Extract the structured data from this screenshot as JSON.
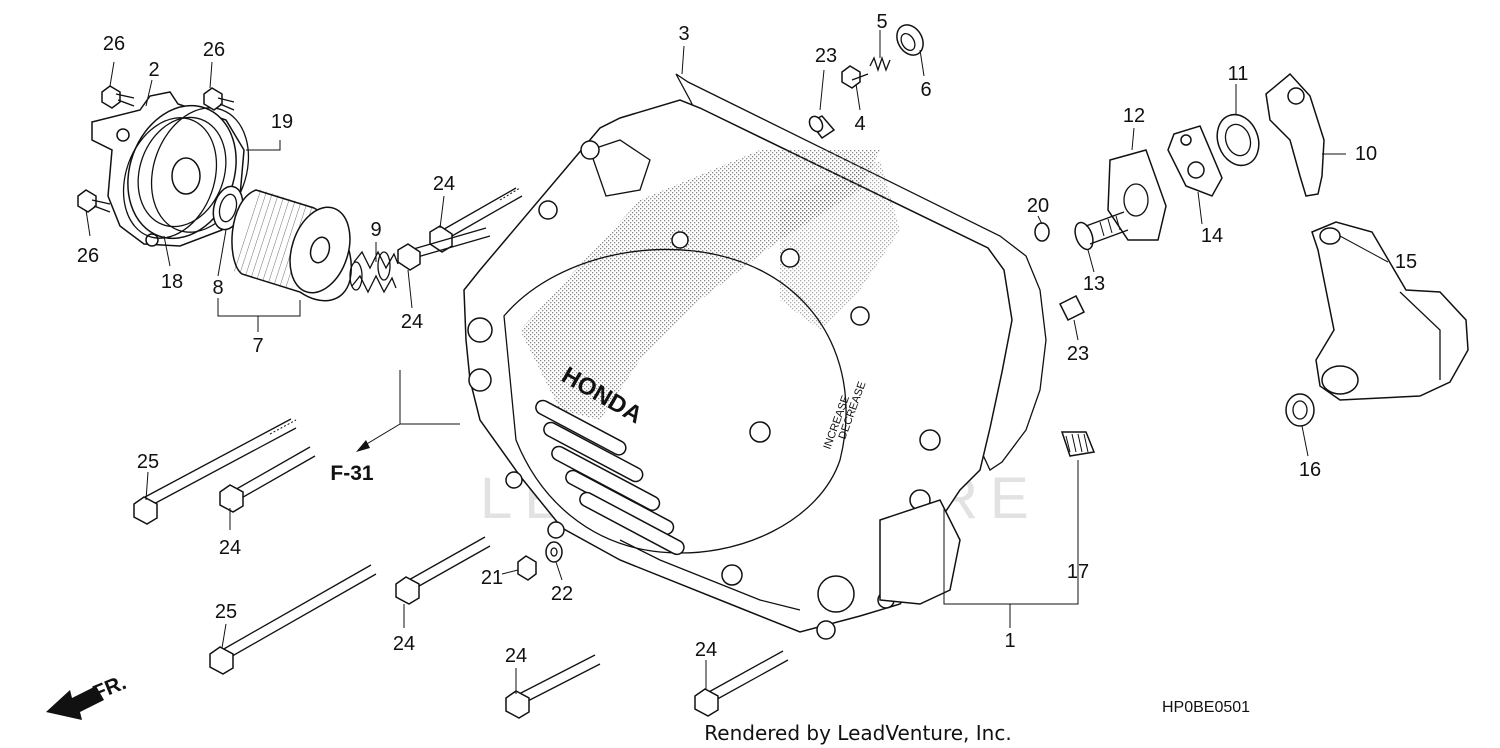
{
  "diagram": {
    "reference": "F-31",
    "code": "HP0BE0501",
    "credit": "Rendered by LeadVenture, Inc.",
    "front_marker": "FR.",
    "brand_text": "HONDA",
    "rotation_label_1": "INCREASE",
    "rotation_label_2": "DECREASE",
    "watermark": "LEADVENTURE"
  },
  "callouts": [
    {
      "id": "c1",
      "text": "1"
    },
    {
      "id": "c2",
      "text": "2"
    },
    {
      "id": "c3",
      "text": "3"
    },
    {
      "id": "c4",
      "text": "4"
    },
    {
      "id": "c5",
      "text": "5"
    },
    {
      "id": "c6",
      "text": "6"
    },
    {
      "id": "c7",
      "text": "7"
    },
    {
      "id": "c8",
      "text": "8"
    },
    {
      "id": "c9",
      "text": "9"
    },
    {
      "id": "c10",
      "text": "10"
    },
    {
      "id": "c11",
      "text": "11"
    },
    {
      "id": "c12",
      "text": "12"
    },
    {
      "id": "c13",
      "text": "13"
    },
    {
      "id": "c14",
      "text": "14"
    },
    {
      "id": "c15",
      "text": "15"
    },
    {
      "id": "c16",
      "text": "16"
    },
    {
      "id": "c17",
      "text": "17"
    },
    {
      "id": "c18",
      "text": "18"
    },
    {
      "id": "c19",
      "text": "19"
    },
    {
      "id": "c20",
      "text": "20"
    },
    {
      "id": "c21",
      "text": "21"
    },
    {
      "id": "c22",
      "text": "22"
    },
    {
      "id": "c23a",
      "text": "23"
    },
    {
      "id": "c23b",
      "text": "23"
    },
    {
      "id": "c24a",
      "text": "24"
    },
    {
      "id": "c24b",
      "text": "24"
    },
    {
      "id": "c24c",
      "text": "24"
    },
    {
      "id": "c24d",
      "text": "24"
    },
    {
      "id": "c24e",
      "text": "24"
    },
    {
      "id": "c24f",
      "text": "24"
    },
    {
      "id": "c25a",
      "text": "25"
    },
    {
      "id": "c25b",
      "text": "25"
    },
    {
      "id": "c26a",
      "text": "26"
    },
    {
      "id": "c26b",
      "text": "26"
    },
    {
      "id": "c26c",
      "text": "26"
    }
  ]
}
